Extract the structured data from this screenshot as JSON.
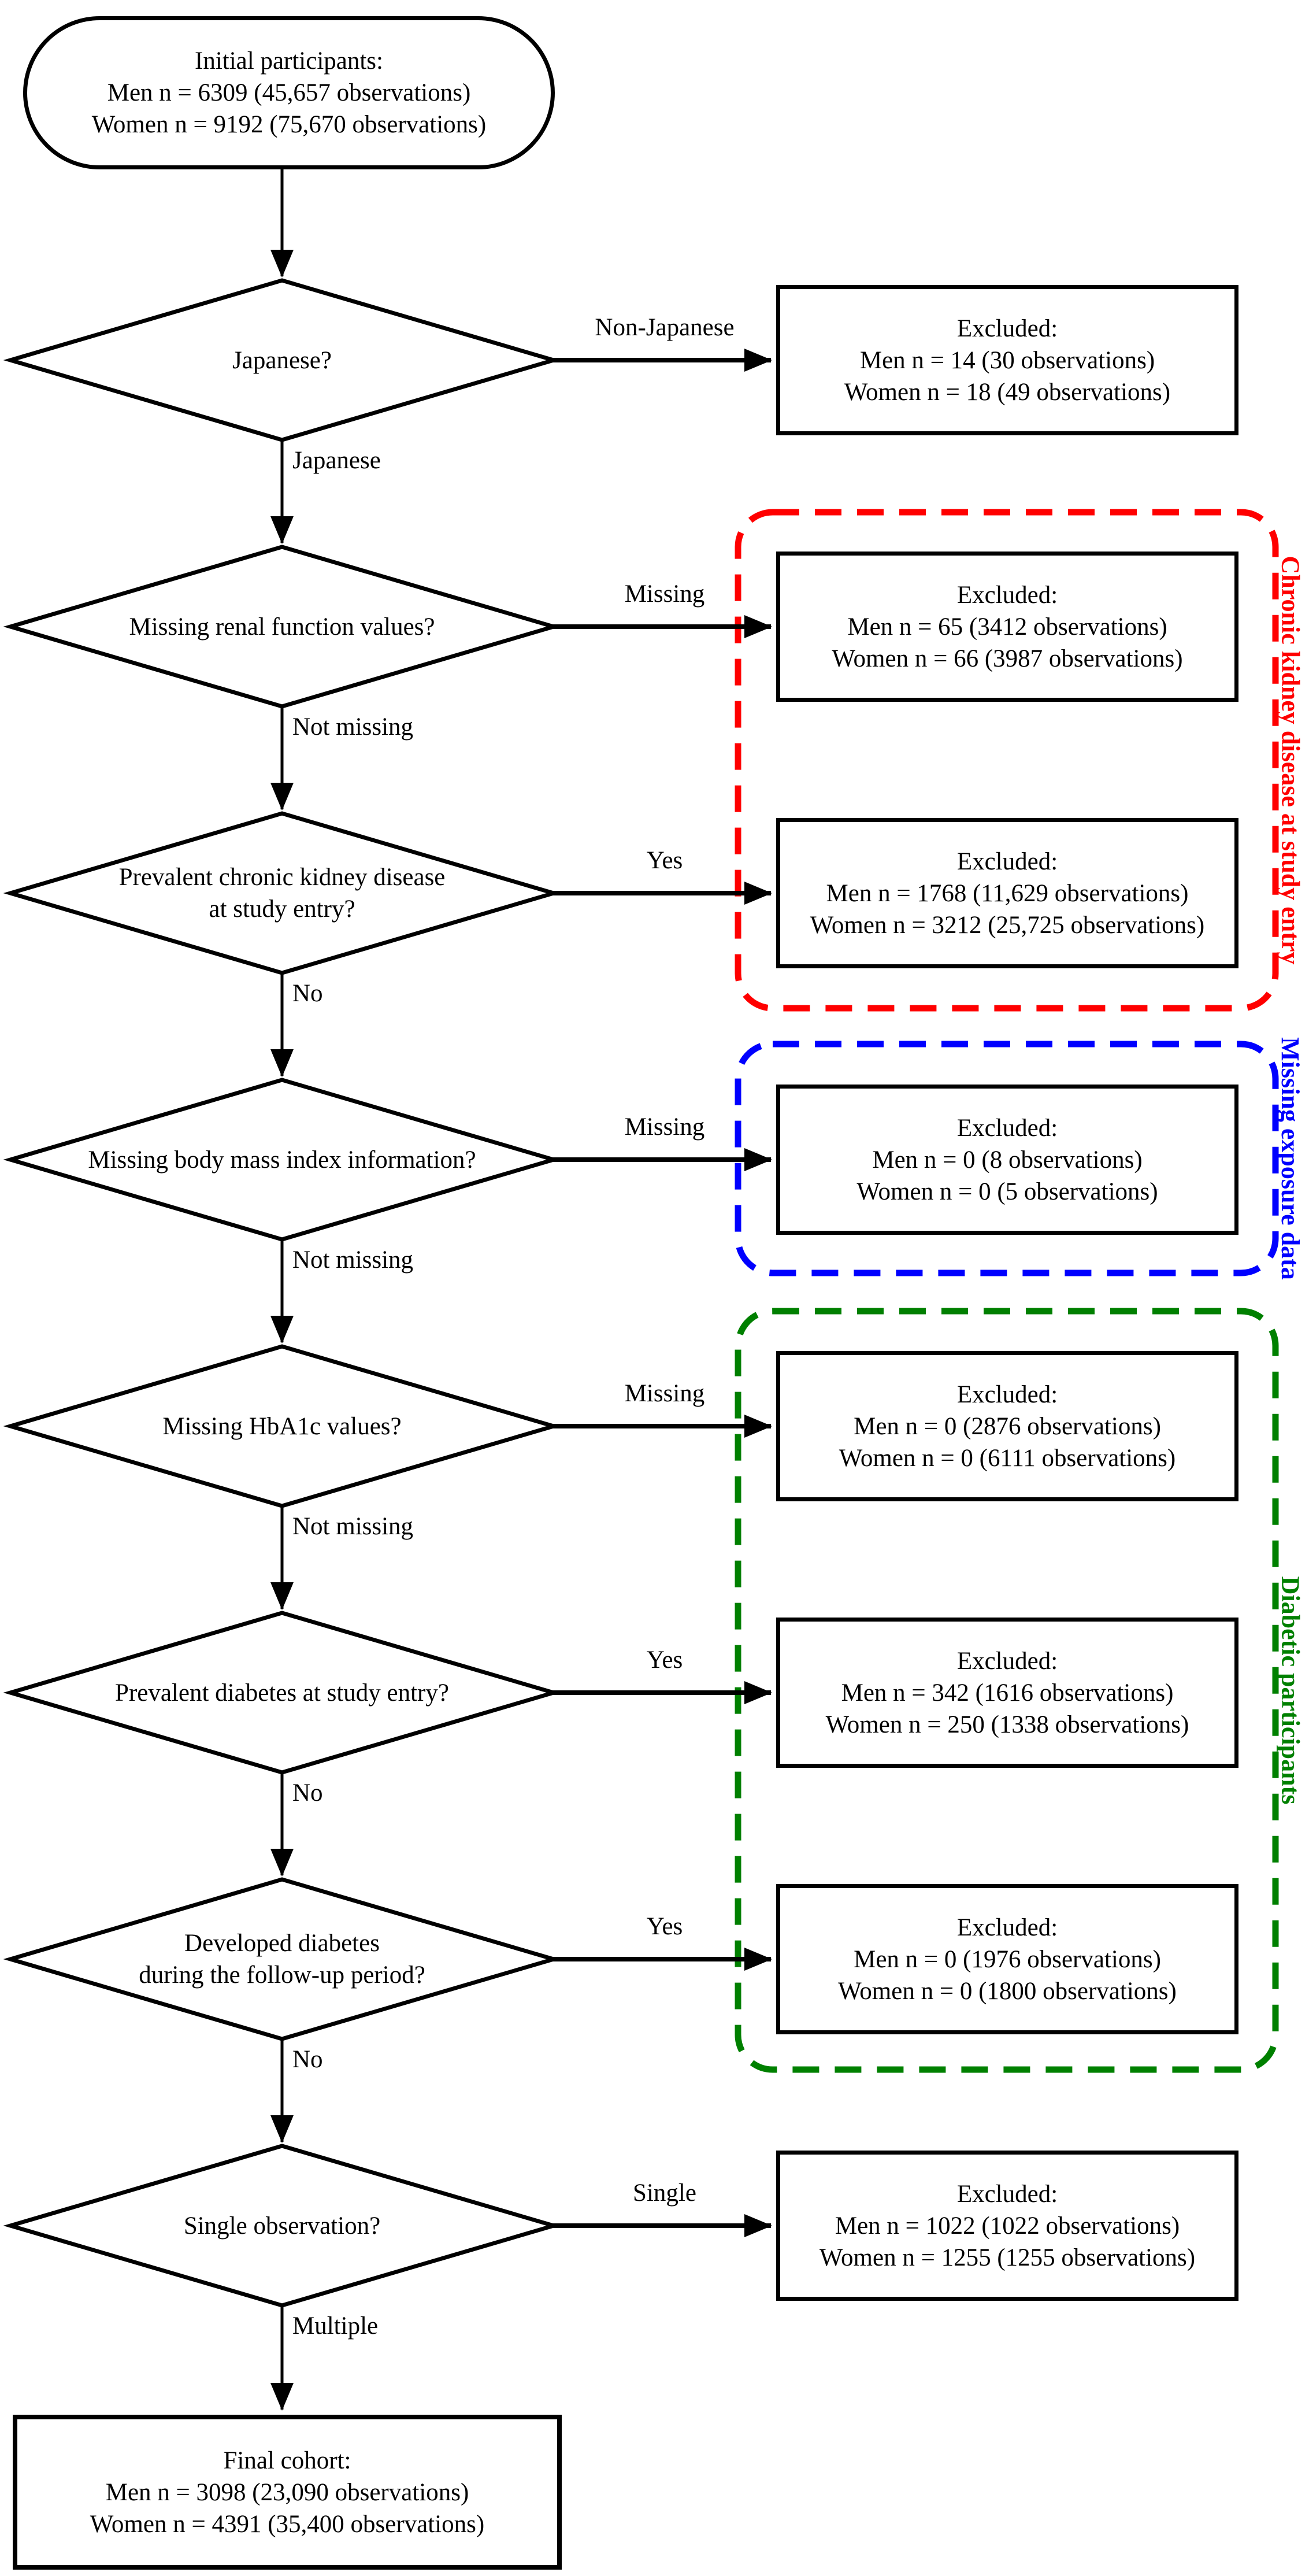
{
  "figure": {
    "type": "participant-flow-diagram",
    "line_color": "#000000",
    "background": "#ffffff"
  },
  "start": {
    "lines": [
      "Initial participants:",
      "Men n = 6309 (45,657 observations)",
      "Women n = 9192 (75,670 observations)"
    ]
  },
  "stages": [
    {
      "question_lines": [
        "Japanese?"
      ],
      "right_label": "Non-Japanese",
      "down_label": "Japanese",
      "excluded_lines": [
        "Excluded:",
        "Men n = 14 (30 observations)",
        "Women n = 18 (49 observations)"
      ]
    },
    {
      "question_lines": [
        "Missing renal function values?"
      ],
      "right_label": "Missing",
      "down_label": "Not missing",
      "excluded_lines": [
        "Excluded:",
        "Men n = 65 (3412 observations)",
        "Women n = 66 (3987 observations)"
      ]
    },
    {
      "question_lines": [
        "Prevalent chronic kidney disease",
        "at study entry?"
      ],
      "right_label": "Yes",
      "down_label": "No",
      "excluded_lines": [
        "Excluded:",
        "Men n = 1768 (11,629 observations)",
        "Women n = 3212 (25,725 observations)"
      ]
    },
    {
      "question_lines": [
        "Missing body mass index information?"
      ],
      "right_label": "Missing",
      "down_label": "Not missing",
      "excluded_lines": [
        "Excluded:",
        "Men n = 0 (8 observations)",
        "Women n = 0 (5 observations)"
      ]
    },
    {
      "question_lines": [
        "Missing HbA1c values?"
      ],
      "right_label": "Missing",
      "down_label": "Not missing",
      "excluded_lines": [
        "Excluded:",
        "Men n = 0 (2876 observations)",
        "Women n = 0 (6111 observations)"
      ]
    },
    {
      "question_lines": [
        "Prevalent diabetes at study entry?"
      ],
      "right_label": "Yes",
      "down_label": "No",
      "excluded_lines": [
        "Excluded:",
        "Men n = 342 (1616 observations)",
        "Women n = 250 (1338 observations)"
      ]
    },
    {
      "question_lines": [
        "Developed diabetes",
        "during the follow-up period?"
      ],
      "right_label": "Yes",
      "down_label": "No",
      "excluded_lines": [
        "Excluded:",
        "Men n = 0 (1976 observations)",
        "Women n = 0 (1800 observations)"
      ]
    },
    {
      "question_lines": [
        "Single observation?"
      ],
      "right_label": "Single",
      "down_label": "Multiple",
      "excluded_lines": [
        "Excluded:",
        "Men n = 1022 (1022 observations)",
        "Women n = 1255 (1255 observations)"
      ]
    }
  ],
  "groups": [
    {
      "label": "Chronic kidney disease at study entry",
      "color": "#ff0000"
    },
    {
      "label": "Missing exposure data",
      "color": "#0000ff"
    },
    {
      "label": "Diabetic participants",
      "color": "#008000"
    }
  ],
  "final": {
    "lines": [
      "Final cohort:",
      "Men n = 3098 (23,090 observations)",
      "Women n = 4391 (35,400 observations)"
    ]
  }
}
